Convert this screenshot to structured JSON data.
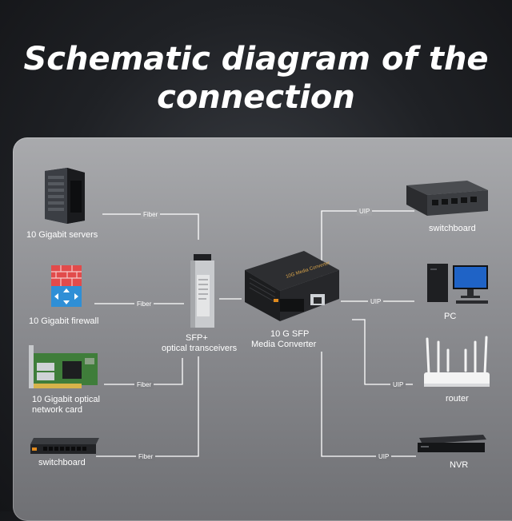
{
  "title": {
    "line1": "Schematic diagram of the",
    "line2": "connection"
  },
  "left_devices": [
    {
      "label": "10 Gigabit servers",
      "link": "Fiber"
    },
    {
      "label": "10 Gigabit firewall",
      "link": "Fiber"
    },
    {
      "label": "10 Gigabit optical",
      "label2": "network card",
      "link": "Fiber"
    },
    {
      "label": "switchboard",
      "link": "Fiber"
    }
  ],
  "center": {
    "transceiver_line1": "SFP+",
    "transceiver_line2": "optical transceivers",
    "converter_line1": "10 G SFP",
    "converter_line2": "Media Converter",
    "converter_brand": "10G Media Converter"
  },
  "right_devices": [
    {
      "label": "switchboard",
      "link": "UIP"
    },
    {
      "label": "PC",
      "link": "UIP"
    },
    {
      "label": "router",
      "link": "UIP"
    },
    {
      "label": "NVR",
      "link": "UIP"
    }
  ]
}
